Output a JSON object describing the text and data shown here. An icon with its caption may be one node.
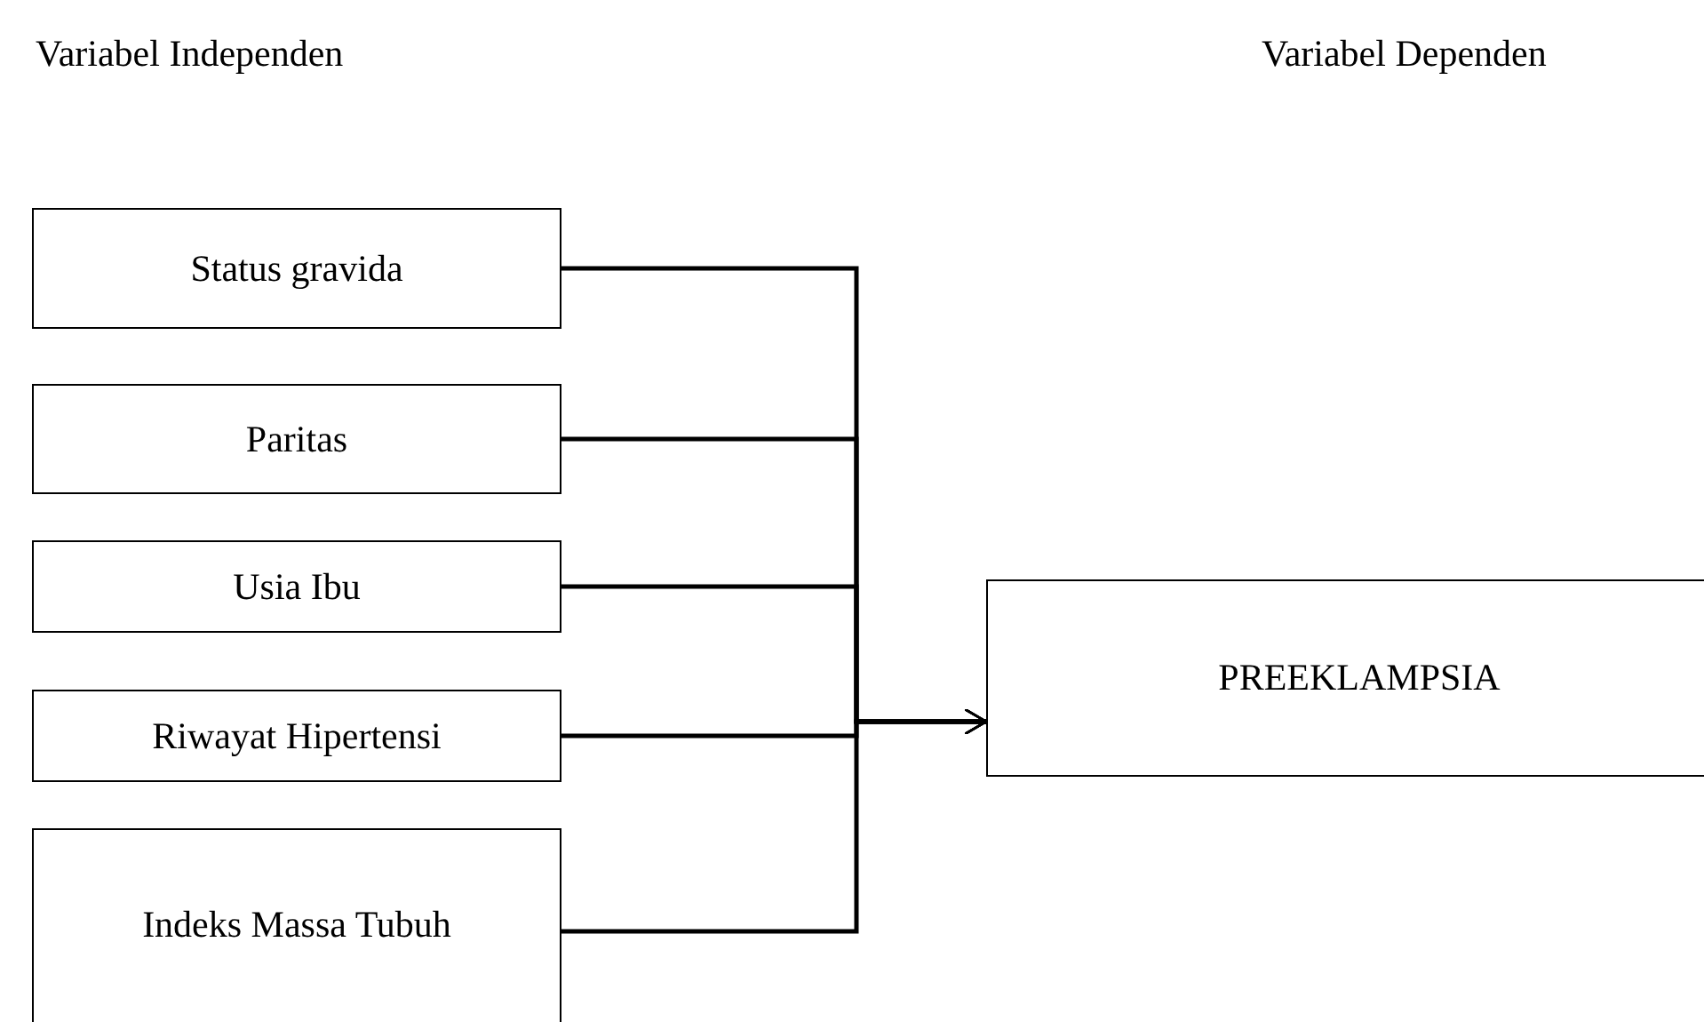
{
  "diagram": {
    "nodes": [
      {
        "text": [
          "Status gravida"
        ]
      },
      {
        "text": [
          "Paritas"
        ]
      },
      {
        "text": [
          "Usia Ibu"
        ]
      },
      {
        "text": [
          "Riwayat Hipertensi"
        ]
      },
      {
        "text": [
          "Indeks Massa Tubuh"
        ]
      },
      {
        "text": [
          "PREEKLAMPSIA"
        ]
      }
    ],
    "edges": [
      {
        "from": 0,
        "to": 5,
        "arrow": "to"
      },
      {
        "from": 1,
        "to": 5,
        "arrow": "to"
      },
      {
        "from": 2,
        "to": 5,
        "arrow": "to"
      },
      {
        "from": 3,
        "to": 5,
        "arrow": "to"
      },
      {
        "from": 4,
        "to": 5,
        "arrow": "to"
      }
    ],
    "labels": [
      "Variabel Independen",
      "Variabel Dependen"
    ]
  }
}
